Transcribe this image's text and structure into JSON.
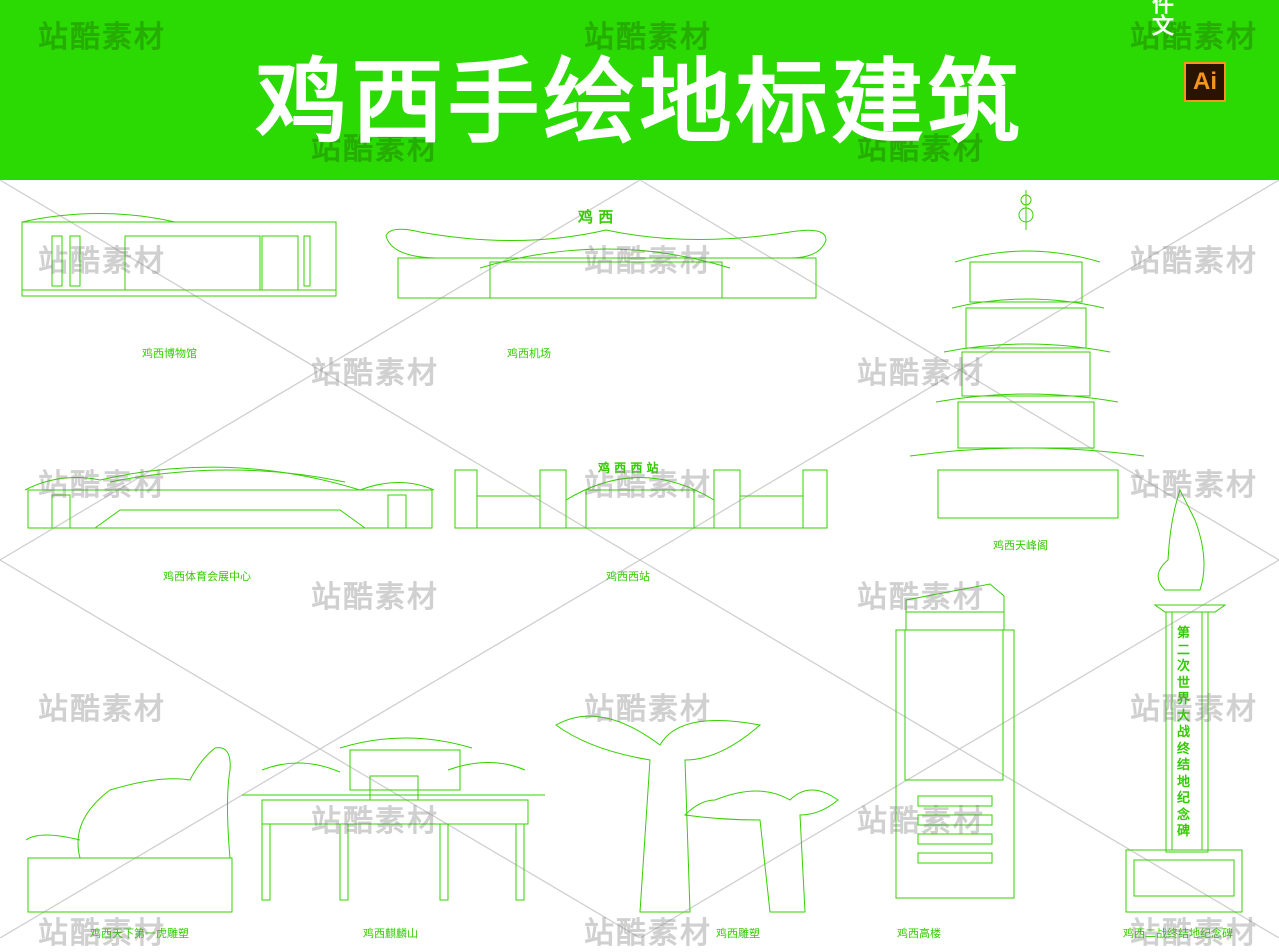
{
  "header": {
    "title": "鸡西手绘地标建筑",
    "side_text": "件文",
    "ai_badge": "Ai"
  },
  "watermark": "站酷素材",
  "airport_sign": "鸡 西",
  "station_sign": "鸡 西 西 站",
  "monument_text": "第二次世界大战终结地纪念碑",
  "labels": {
    "museum": "鸡西博物馆",
    "airport": "鸡西机场",
    "sports_center": "鸡西体育会展中心",
    "west_station": "鸡西西站",
    "pagoda": "鸡西天峰阁",
    "tiger": "鸡西天下第一虎雕塑",
    "qilin": "鸡西麒麟山",
    "sculpture": "鸡西雕塑",
    "tower": "鸡西高楼",
    "monument": "鸡西二战终结地纪念碑"
  },
  "colors": {
    "brand_green": "#2bd903",
    "line_green": "#36d000",
    "ai_orange": "#f7941d"
  }
}
